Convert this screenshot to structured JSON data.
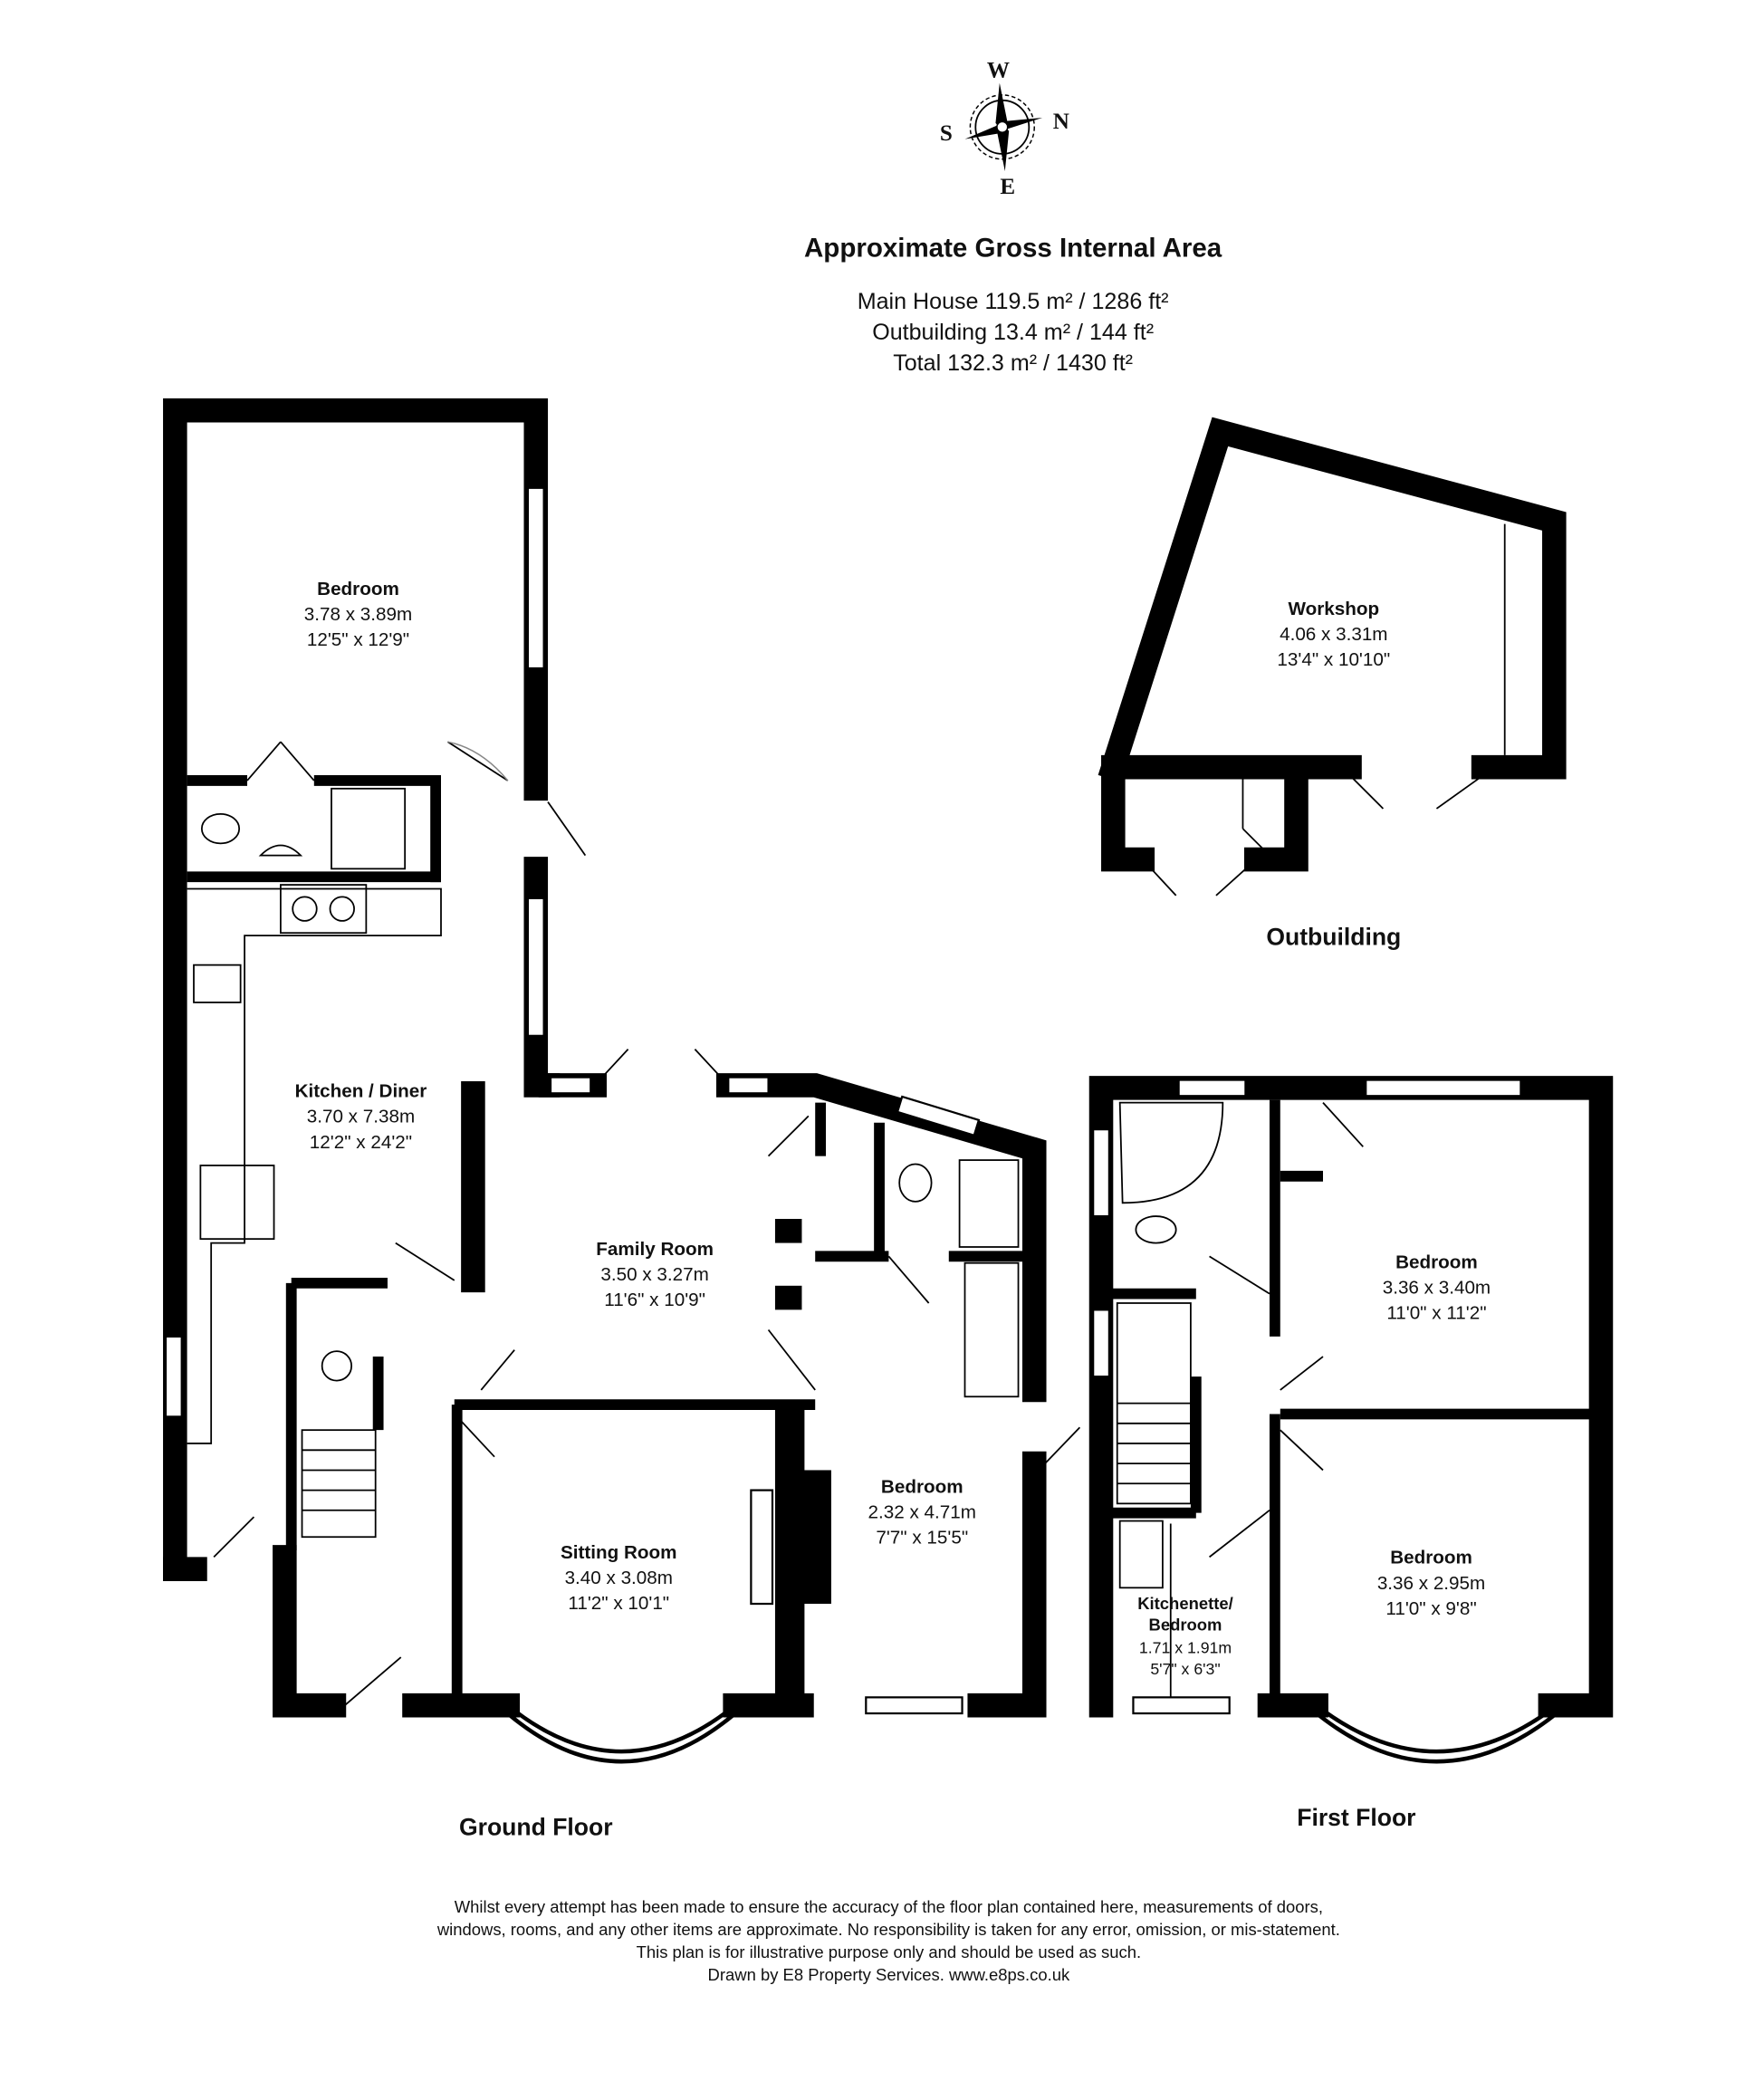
{
  "compass": {
    "w": "W",
    "n": "N",
    "s": "S",
    "e": "E"
  },
  "area": {
    "title": "Approximate Gross Internal Area",
    "main_house": "Main House 119.5 m² / 1286 ft²",
    "outbuilding": "Outbuilding 13.4 m² / 144 ft²",
    "total": "Total 132.3 m² / 1430 ft²"
  },
  "ground_floor": {
    "label": "Ground Floor",
    "rooms": [
      {
        "name": "Bedroom",
        "metric": "3.78 x 3.89m",
        "imperial": "12'5\" x 12'9\""
      },
      {
        "name": "Kitchen / Diner",
        "metric": "3.70 x 7.38m",
        "imperial": "12'2\" x 24'2\""
      },
      {
        "name": "Family Room",
        "metric": "3.50 x 3.27m",
        "imperial": "11'6\" x 10'9\""
      },
      {
        "name": "Sitting Room",
        "metric": "3.40 x 3.08m",
        "imperial": "11'2\" x 10'1\""
      },
      {
        "name": "Bedroom",
        "metric": "2.32 x 4.71m",
        "imperial": "7'7\" x 15'5\""
      }
    ]
  },
  "first_floor": {
    "label": "First Floor",
    "rooms": [
      {
        "name": "Bedroom",
        "metric": "3.36 x 3.40m",
        "imperial": "11'0\" x 11'2\""
      },
      {
        "name": "Bedroom",
        "metric": "3.36 x 2.95m",
        "imperial": "11'0\" x 9'8\""
      },
      {
        "name": "Kitchenette/",
        "name2": "Bedroom",
        "metric": "1.71 x 1.91m",
        "imperial": "5'7\" x 6'3\""
      }
    ]
  },
  "outbuilding": {
    "label": "Outbuilding",
    "rooms": [
      {
        "name": "Workshop",
        "metric": "4.06 x 3.31m",
        "imperial": "13'4\" x 10'10\""
      }
    ]
  },
  "disclaimer": [
    "Whilst every attempt has been made to ensure the accuracy of the floor plan contained here, measurements of doors,",
    "windows, rooms, and any other items are approximate. No responsibility is taken for any error, omission, or mis-statement.",
    "This plan is for illustrative purpose only and should be used as such.",
    "Drawn by E8 Property Services. www.e8ps.co.uk"
  ]
}
